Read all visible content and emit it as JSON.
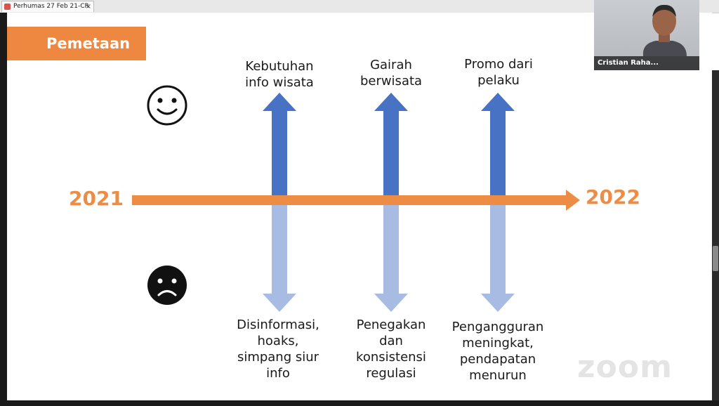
{
  "window": {
    "tab_title": "Perhumas 27 Feb 21-CR",
    "close_glyph": "×"
  },
  "slide": {
    "title": "Pemetaan",
    "year_start": "2021",
    "year_end": "2022",
    "positive_items": [
      "Kebutuhan\ninfo wisata",
      "Gairah\nberwisata",
      "Promo dari\npelaku"
    ],
    "negative_items": [
      "Disinformasi,\nhoaks,\nsimpang siur\ninfo",
      "Penegakan\ndan\nkonsistensi\nregulasi",
      "Pengangguran\nmeningkat,\npendapatan\nmenurun"
    ],
    "icons": {
      "happy": "smiley-face-icon",
      "sad": "sad-face-icon"
    },
    "colors": {
      "accent": "#ee8740",
      "arrow_up": "#4872c4",
      "arrow_down": "#a7bbe3"
    }
  },
  "video": {
    "participant_name": "Cristian Raha..."
  },
  "watermark": "zoom"
}
